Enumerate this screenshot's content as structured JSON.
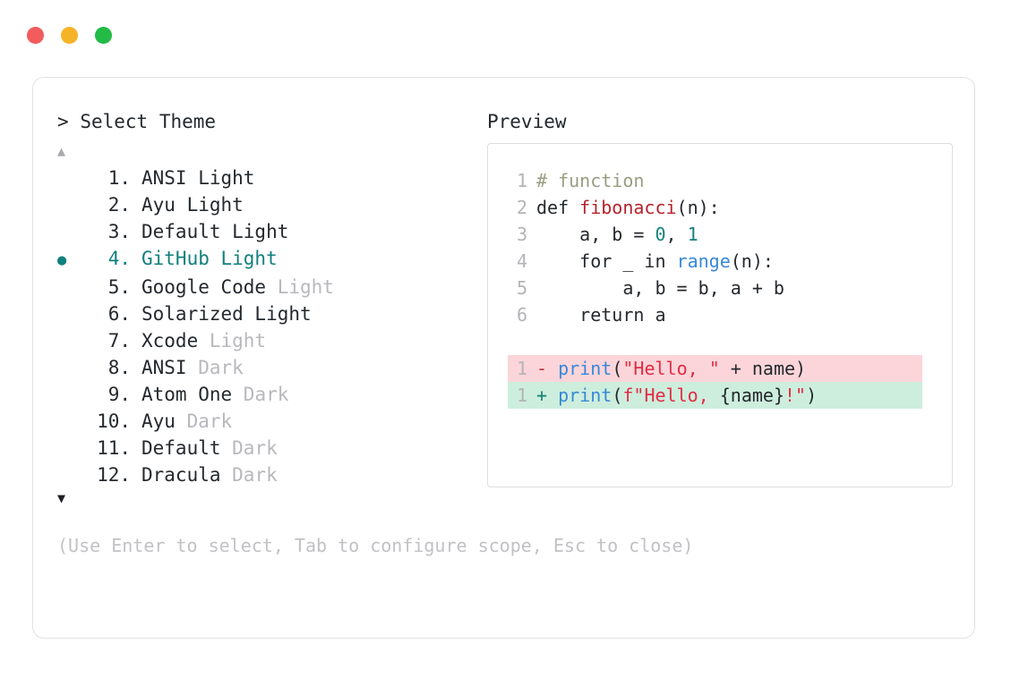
{
  "window": {
    "dots": [
      {
        "name": "close",
        "color": "#f25c5c"
      },
      {
        "name": "minimize",
        "color": "#f5b327"
      },
      {
        "name": "maximize",
        "color": "#23ba45"
      }
    ]
  },
  "prompt": {
    "marker": ">",
    "title": "Select Theme",
    "scroll_up": "▲",
    "scroll_down": "▼"
  },
  "themes": {
    "selected_index": 4,
    "selected_bullet": "●",
    "items": [
      {
        "num": "1.",
        "name": "ANSI Light",
        "variant": "",
        "selected": false
      },
      {
        "num": "2.",
        "name": "Ayu Light",
        "variant": "",
        "selected": false
      },
      {
        "num": "3.",
        "name": "Default Light",
        "variant": "",
        "selected": false
      },
      {
        "num": "4.",
        "name": "GitHub Light",
        "variant": "",
        "selected": true
      },
      {
        "num": "5.",
        "name": "Google Code",
        "variant": "Light",
        "selected": false
      },
      {
        "num": "6.",
        "name": "Solarized Light",
        "variant": "",
        "selected": false
      },
      {
        "num": "7.",
        "name": "Xcode",
        "variant": "Light",
        "selected": false
      },
      {
        "num": "8.",
        "name": "ANSI",
        "variant": "Dark",
        "selected": false
      },
      {
        "num": "9.",
        "name": "Atom One",
        "variant": "Dark",
        "selected": false
      },
      {
        "num": "10.",
        "name": "Ayu",
        "variant": "Dark",
        "selected": false
      },
      {
        "num": "11.",
        "name": "Default",
        "variant": "Dark",
        "selected": false
      },
      {
        "num": "12.",
        "name": "Dracula",
        "variant": "Dark",
        "selected": false
      }
    ]
  },
  "preview": {
    "label": "Preview",
    "code_lines": [
      {
        "ln": "1",
        "tokens": [
          {
            "t": "# function",
            "c": "comment"
          }
        ]
      },
      {
        "ln": "2",
        "tokens": [
          {
            "t": "def ",
            "c": "kw"
          },
          {
            "t": "fibonacci",
            "c": "fn"
          },
          {
            "t": "(n):",
            "c": "plain"
          }
        ]
      },
      {
        "ln": "3",
        "tokens": [
          {
            "t": "    a, b = ",
            "c": "plain"
          },
          {
            "t": "0",
            "c": "num"
          },
          {
            "t": ", ",
            "c": "plain"
          },
          {
            "t": "1",
            "c": "num"
          }
        ]
      },
      {
        "ln": "4",
        "tokens": [
          {
            "t": "    for _ in ",
            "c": "plain"
          },
          {
            "t": "range",
            "c": "builtin"
          },
          {
            "t": "(n):",
            "c": "plain"
          }
        ]
      },
      {
        "ln": "5",
        "tokens": [
          {
            "t": "        a, b = b, a + b",
            "c": "plain"
          }
        ]
      },
      {
        "ln": "6",
        "tokens": [
          {
            "t": "    return a",
            "c": "plain"
          }
        ]
      }
    ],
    "diff_lines": [
      {
        "ln": "1",
        "kind": "del",
        "sign": "-",
        "tokens": [
          {
            "t": "print",
            "c": "builtin"
          },
          {
            "t": "(",
            "c": "plain"
          },
          {
            "t": "\"Hello, \"",
            "c": "str"
          },
          {
            "t": " + name)",
            "c": "plain"
          }
        ]
      },
      {
        "ln": "1",
        "kind": "add",
        "sign": "+",
        "tokens": [
          {
            "t": "print",
            "c": "builtin"
          },
          {
            "t": "(",
            "c": "plain"
          },
          {
            "t": "f\"Hello, ",
            "c": "str"
          },
          {
            "t": "{name}",
            "c": "plain"
          },
          {
            "t": "!\"",
            "c": "str"
          },
          {
            "t": ")",
            "c": "plain"
          }
        ]
      }
    ]
  },
  "hint": "(Use Enter to select, Tab to configure scope, Esc to close)",
  "colors": {
    "accent": "#10807d",
    "muted": "#b8b8bd",
    "text": "#24292e",
    "diff_del_bg": "#fbd5d9",
    "diff_add_bg": "#cdeedd"
  }
}
